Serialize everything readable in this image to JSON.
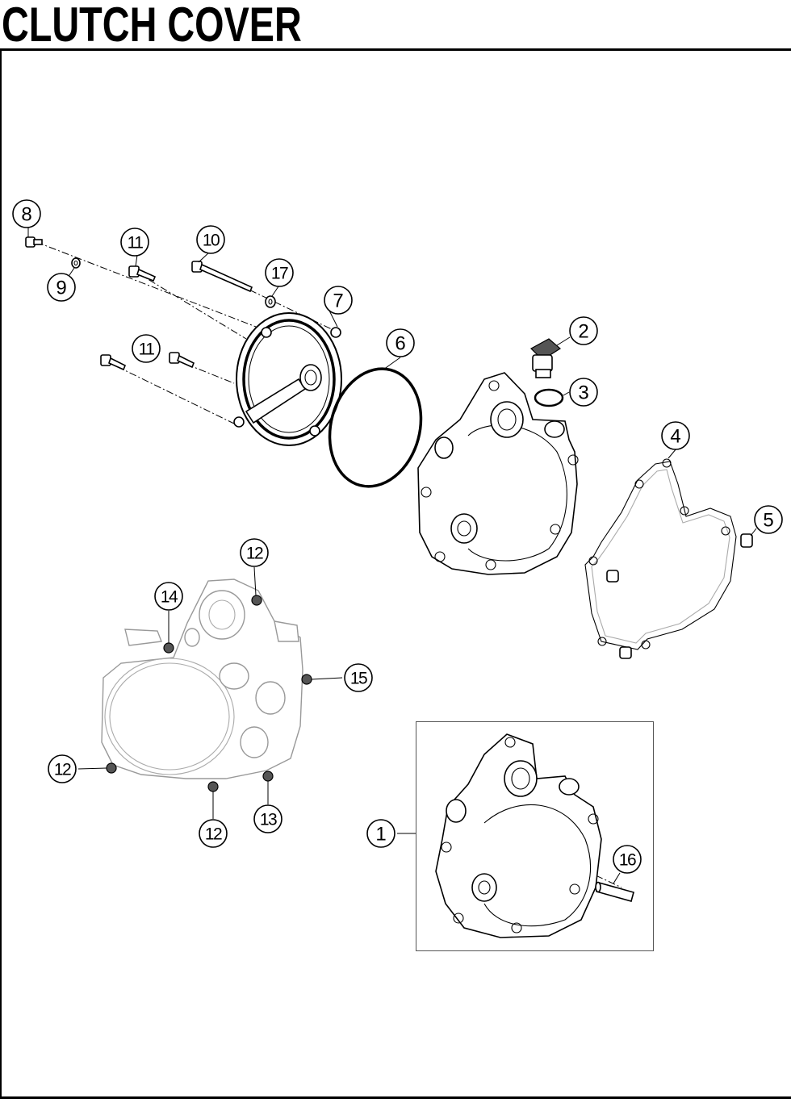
{
  "page": {
    "title": "CLUTCH COVER"
  },
  "callouts": {
    "c1": "1",
    "c2": "2",
    "c3": "3",
    "c4": "4",
    "c5": "5",
    "c6": "6",
    "c7": "7",
    "c8": "8",
    "c9": "9",
    "c10": "10",
    "c11a": "11",
    "c11b": "11",
    "c12a": "12",
    "c12b": "12",
    "c12c": "12",
    "c13": "13",
    "c14": "14",
    "c15": "15",
    "c16": "16",
    "c17": "17"
  }
}
